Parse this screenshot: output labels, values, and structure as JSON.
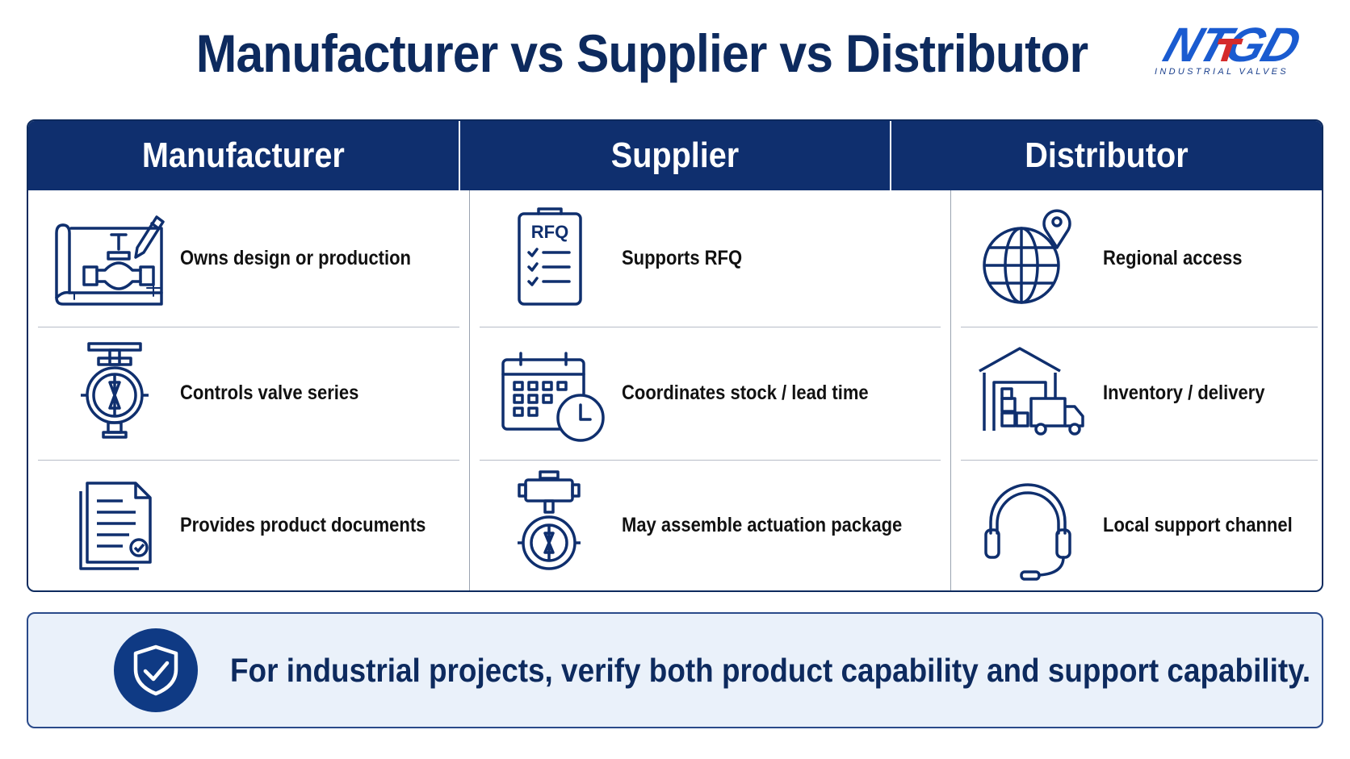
{
  "title": "Manufacturer vs Supplier vs Distributor",
  "logo": {
    "text": "NTGD",
    "subtitle": "INDUSTRIAL VALVES"
  },
  "columns": [
    {
      "header": "Manufacturer",
      "items": [
        {
          "icon": "blueprint-valve-icon",
          "text": "Owns design or production"
        },
        {
          "icon": "butterfly-valve-icon",
          "text": "Controls valve series"
        },
        {
          "icon": "documents-check-icon",
          "text": "Provides product documents"
        }
      ]
    },
    {
      "header": "Supplier",
      "items": [
        {
          "icon": "rfq-clipboard-icon",
          "text": "Supports RFQ",
          "icon_label": "RFQ"
        },
        {
          "icon": "calendar-clock-icon",
          "text": "Coordinates stock / lead time"
        },
        {
          "icon": "actuated-valve-icon",
          "text": "May assemble actuation package"
        }
      ]
    },
    {
      "header": "Distributor",
      "items": [
        {
          "icon": "globe-pin-icon",
          "text": "Regional access"
        },
        {
          "icon": "warehouse-truck-icon",
          "text": "Inventory / delivery"
        },
        {
          "icon": "headset-icon",
          "text": "Local support channel"
        }
      ]
    }
  ],
  "banner": {
    "icon": "shield-check-icon",
    "text": "For industrial projects, verify both product capability and support capability."
  },
  "colors": {
    "navy": "#0f2f6e",
    "accent_red": "#d42a2a",
    "banner_bg": "#eaf1fa"
  }
}
